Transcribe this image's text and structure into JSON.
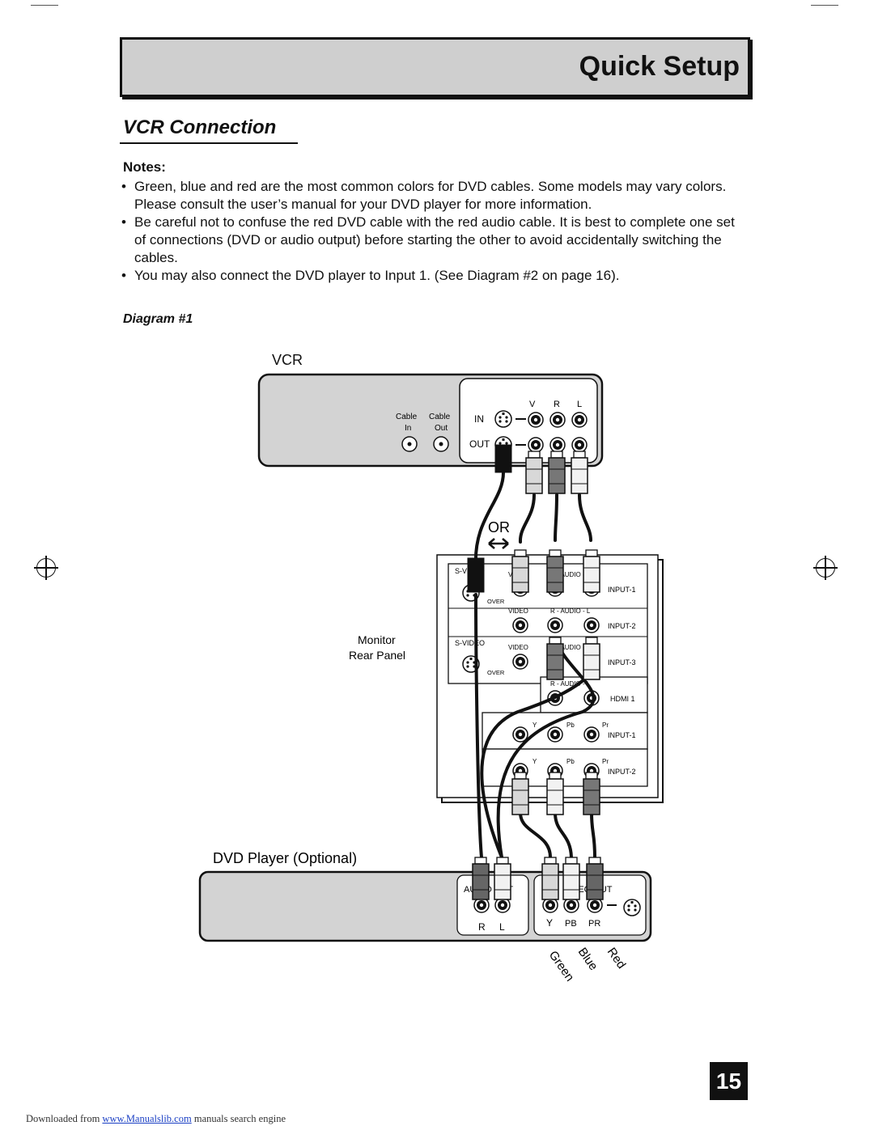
{
  "header": {
    "title": "Quick Setup"
  },
  "section": {
    "title": "VCR Connection"
  },
  "notes": {
    "heading": "Notes:",
    "items": [
      "Green, blue and red are the most common colors for DVD cables. Some models may vary colors. Please consult the user’s manual for your DVD player for more information.",
      "Be careful not to confuse the red DVD cable with the red audio cable. It is best to complete one set of connections (DVD or audio output) before starting the other to avoid accidentally switching the cables.",
      "You may also connect the DVD player to Input 1.  (See Diagram #2 on page 16)."
    ]
  },
  "diagram": {
    "heading": "Diagram #1",
    "vcr": {
      "title": "VCR",
      "cable_label": "Cable",
      "in_label": "In",
      "out_label": "Out",
      "row_in": "IN",
      "row_out": "OUT",
      "col_v": "V",
      "col_r": "R",
      "col_l": "L"
    },
    "or_label": "OR",
    "monitor": {
      "label_line1": "Monitor",
      "label_line2": "Rear Panel",
      "svideo": "S-VIDEO",
      "video": "VIDEO",
      "audio": "R - AUDIO - L",
      "over": "OVER",
      "input1": "INPUT-1",
      "input2": "INPUT-2",
      "input3": "INPUT-3",
      "hdmi1": "HDMI 1",
      "y": "Y",
      "pb": "Pb",
      "pr": "Pr"
    },
    "dvd": {
      "title": "DVD Player (Optional)",
      "audio_out": "AUDIO OUT",
      "video_out": "VIDEO OUT",
      "r": "R",
      "l": "L",
      "y": "Y",
      "pb": "PB",
      "pr": "PR"
    },
    "cable_colors": {
      "green": "Green",
      "blue": "Blue",
      "red": "Red"
    }
  },
  "page_number": "15",
  "footer": {
    "prefix": "Downloaded from ",
    "link": "www.Manualslib.com",
    "suffix": " manuals search engine"
  }
}
